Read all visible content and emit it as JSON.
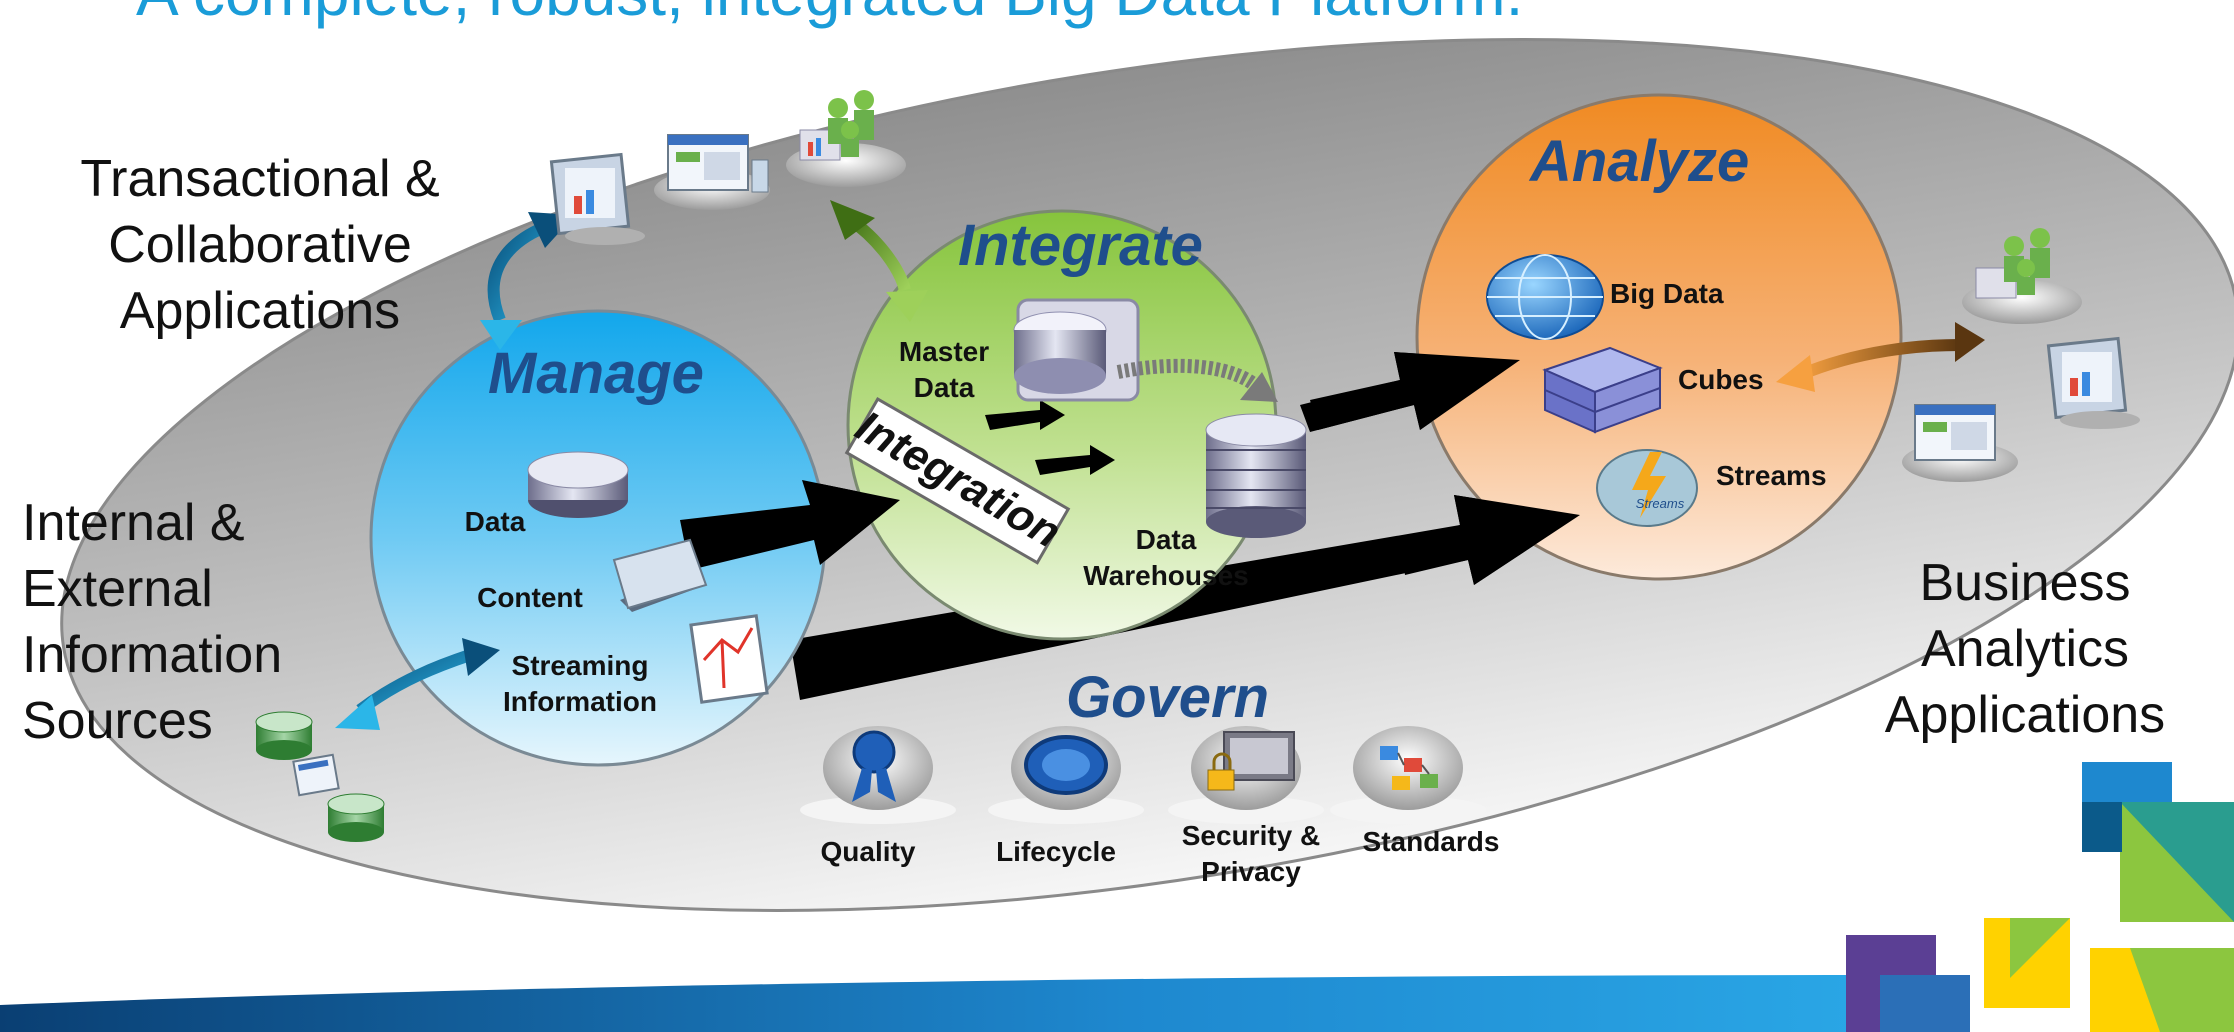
{
  "title": "A complete, robust, integrated Big Data Platform.",
  "left_top_label": "Transactional & Collaborative Applications",
  "left_bottom_label": "Internal & External Information Sources",
  "right_label": "Business Analytics Applications",
  "manage": {
    "title": "Manage",
    "items": [
      "Data",
      "Content",
      "Streaming Information"
    ]
  },
  "integrate": {
    "title": "Integrate",
    "master_data": "Master Data",
    "integration_banner": "Integration",
    "warehouses": "Data Warehouses"
  },
  "analyze": {
    "title": "Analyze",
    "items": [
      "Big Data",
      "Cubes",
      "Streams"
    ],
    "streams_logo_text": "Streams"
  },
  "govern": {
    "title": "Govern",
    "items": [
      "Quality",
      "Lifecycle",
      "Security & Privacy",
      "Standards"
    ]
  },
  "colors": {
    "title_blue": "#1a9cd8",
    "manage_blue": "#2bb3ee",
    "integrate_green": "#8cc63f",
    "analyze_orange": "#f2902c",
    "heading_navy": "#1f4e8c",
    "ellipse_gray": "#9a9a9a"
  }
}
